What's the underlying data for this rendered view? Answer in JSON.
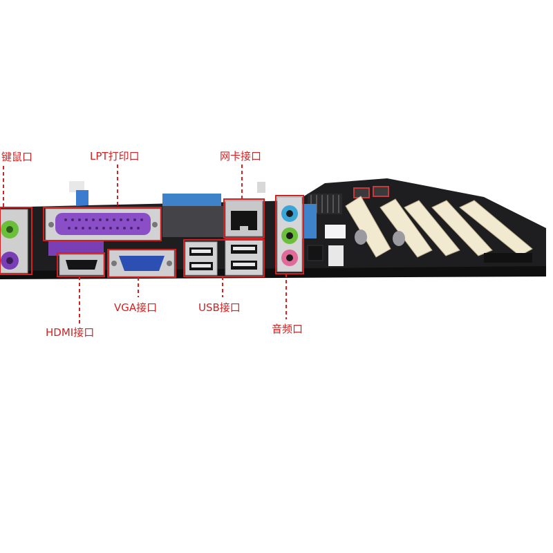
{
  "labels": {
    "keyboard_mouse": "键鼠口",
    "lpt": "LPT打印口",
    "network": "网卡接口",
    "vga": "VGA接口",
    "usb": "USB接口",
    "hdmi": "HDMI接口",
    "audio": "音频口"
  },
  "colors": {
    "callout": "#d42020",
    "board": "#1e1e20",
    "parallel_port": "#8a4fc7",
    "vga_port": "#2c4fb3",
    "ps2_keyboard": "#7a3fb5",
    "ps2_mouse": "#3ea14a",
    "audio_blue": "#3aa6d8",
    "audio_green": "#6bbf3a",
    "audio_pink": "#e06a9a",
    "pci_slot": "#f2ead0"
  }
}
